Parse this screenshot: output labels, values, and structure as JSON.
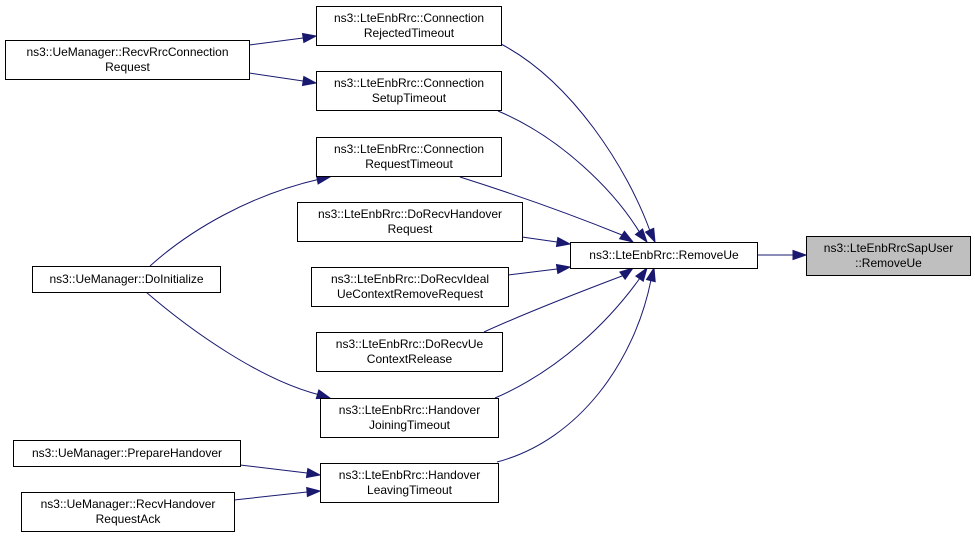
{
  "diagram": {
    "type": "caller-graph",
    "colors": {
      "edge": "#191970",
      "node_fill": "#ffffff",
      "current_node_fill": "#bfbfbf",
      "border": "#000000"
    },
    "nodes": [
      {
        "id": "sapuser_removeue",
        "lines": [
          "ns3::LteEnbRrcSapUser",
          "::RemoveUe"
        ],
        "current": true
      },
      {
        "id": "rrc_removeue",
        "lines": [
          "ns3::LteEnbRrc::RemoveUe"
        ]
      },
      {
        "id": "conn_rejected_timeout",
        "lines": [
          "ns3::LteEnbRrc::Connection",
          "RejectedTimeout"
        ]
      },
      {
        "id": "conn_setup_timeout",
        "lines": [
          "ns3::LteEnbRrc::Connection",
          "SetupTimeout"
        ]
      },
      {
        "id": "conn_request_timeout",
        "lines": [
          "ns3::LteEnbRrc::Connection",
          "RequestTimeout"
        ]
      },
      {
        "id": "do_recv_handover_request",
        "lines": [
          "ns3::LteEnbRrc::DoRecvHandover",
          "Request"
        ]
      },
      {
        "id": "do_recv_ideal_ue_ctx_remove",
        "lines": [
          "ns3::LteEnbRrc::DoRecvIdeal",
          "UeContextRemoveRequest"
        ]
      },
      {
        "id": "do_recv_ue_ctx_release",
        "lines": [
          "ns3::LteEnbRrc::DoRecvUe",
          "ContextRelease"
        ]
      },
      {
        "id": "handover_joining_timeout",
        "lines": [
          "ns3::LteEnbRrc::Handover",
          "JoiningTimeout"
        ]
      },
      {
        "id": "handover_leaving_timeout",
        "lines": [
          "ns3::LteEnbRrc::Handover",
          "LeavingTimeout"
        ]
      },
      {
        "id": "uemgr_recv_rrc_conn_request",
        "lines": [
          "ns3::UeManager::RecvRrcConnection",
          "Request"
        ]
      },
      {
        "id": "uemgr_do_initialize",
        "lines": [
          "ns3::UeManager::DoInitialize"
        ]
      },
      {
        "id": "uemgr_prepare_handover",
        "lines": [
          "ns3::UeManager::PrepareHandover"
        ]
      },
      {
        "id": "uemgr_recv_handover_request_ack",
        "lines": [
          "ns3::UeManager::RecvHandover",
          "RequestAck"
        ]
      }
    ],
    "edges": [
      {
        "from": "rrc_removeue",
        "to": "sapuser_removeue"
      },
      {
        "from": "conn_rejected_timeout",
        "to": "rrc_removeue"
      },
      {
        "from": "conn_setup_timeout",
        "to": "rrc_removeue"
      },
      {
        "from": "conn_request_timeout",
        "to": "rrc_removeue"
      },
      {
        "from": "do_recv_handover_request",
        "to": "rrc_removeue"
      },
      {
        "from": "do_recv_ideal_ue_ctx_remove",
        "to": "rrc_removeue"
      },
      {
        "from": "do_recv_ue_ctx_release",
        "to": "rrc_removeue"
      },
      {
        "from": "handover_joining_timeout",
        "to": "rrc_removeue"
      },
      {
        "from": "handover_leaving_timeout",
        "to": "rrc_removeue"
      },
      {
        "from": "uemgr_recv_rrc_conn_request",
        "to": "conn_rejected_timeout"
      },
      {
        "from": "uemgr_recv_rrc_conn_request",
        "to": "conn_setup_timeout"
      },
      {
        "from": "uemgr_do_initialize",
        "to": "conn_request_timeout"
      },
      {
        "from": "uemgr_do_initialize",
        "to": "handover_joining_timeout"
      },
      {
        "from": "uemgr_prepare_handover",
        "to": "handover_leaving_timeout"
      },
      {
        "from": "uemgr_recv_handover_request_ack",
        "to": "handover_leaving_timeout"
      }
    ]
  }
}
